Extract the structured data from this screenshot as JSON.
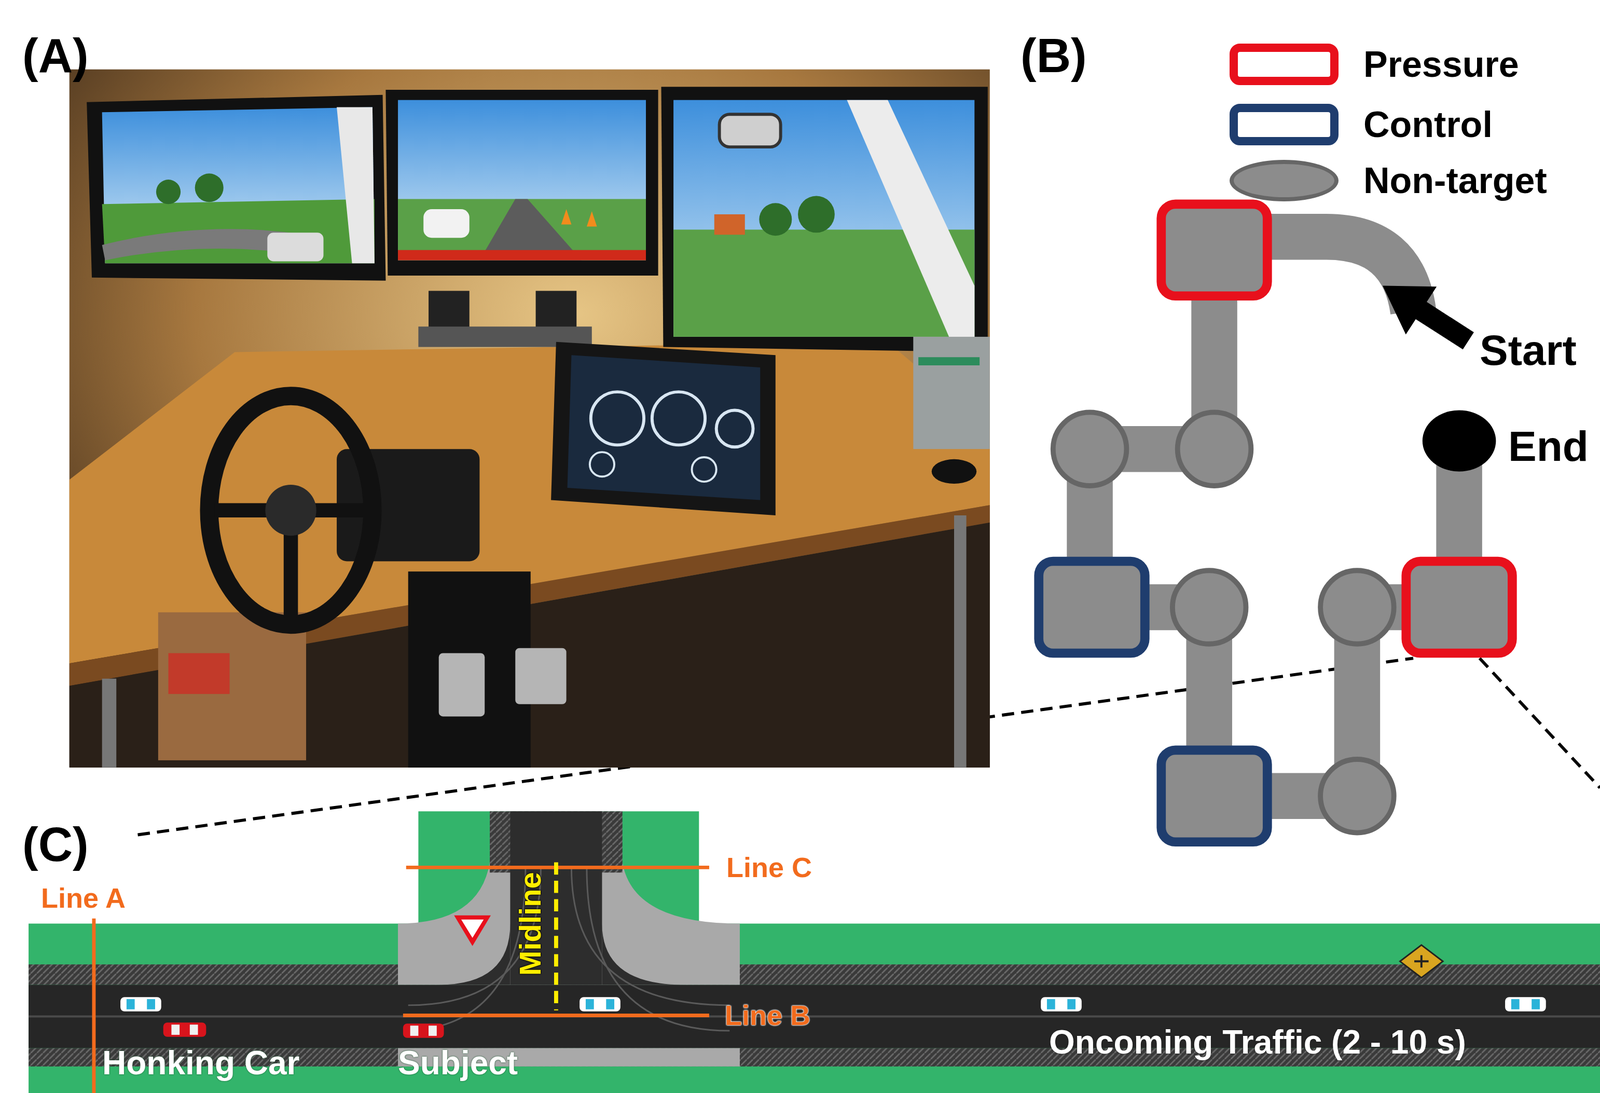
{
  "diagram": {
    "labels": [
      "(A)",
      "(B)",
      "(C)",
      "Start",
      "End",
      "Line A",
      "Line C",
      "Midline",
      "Line B",
      "Honking Car",
      "Subject",
      "Oncoming Traffic (2 - 10 s)"
    ],
    "legend": [
      {
        "text": "Pressure",
        "color": "#e8101c"
      },
      {
        "text": "Control",
        "color": "#1f3d6e"
      },
      {
        "text": "Non-target",
        "color": "#8c8c8c"
      }
    ]
  }
}
